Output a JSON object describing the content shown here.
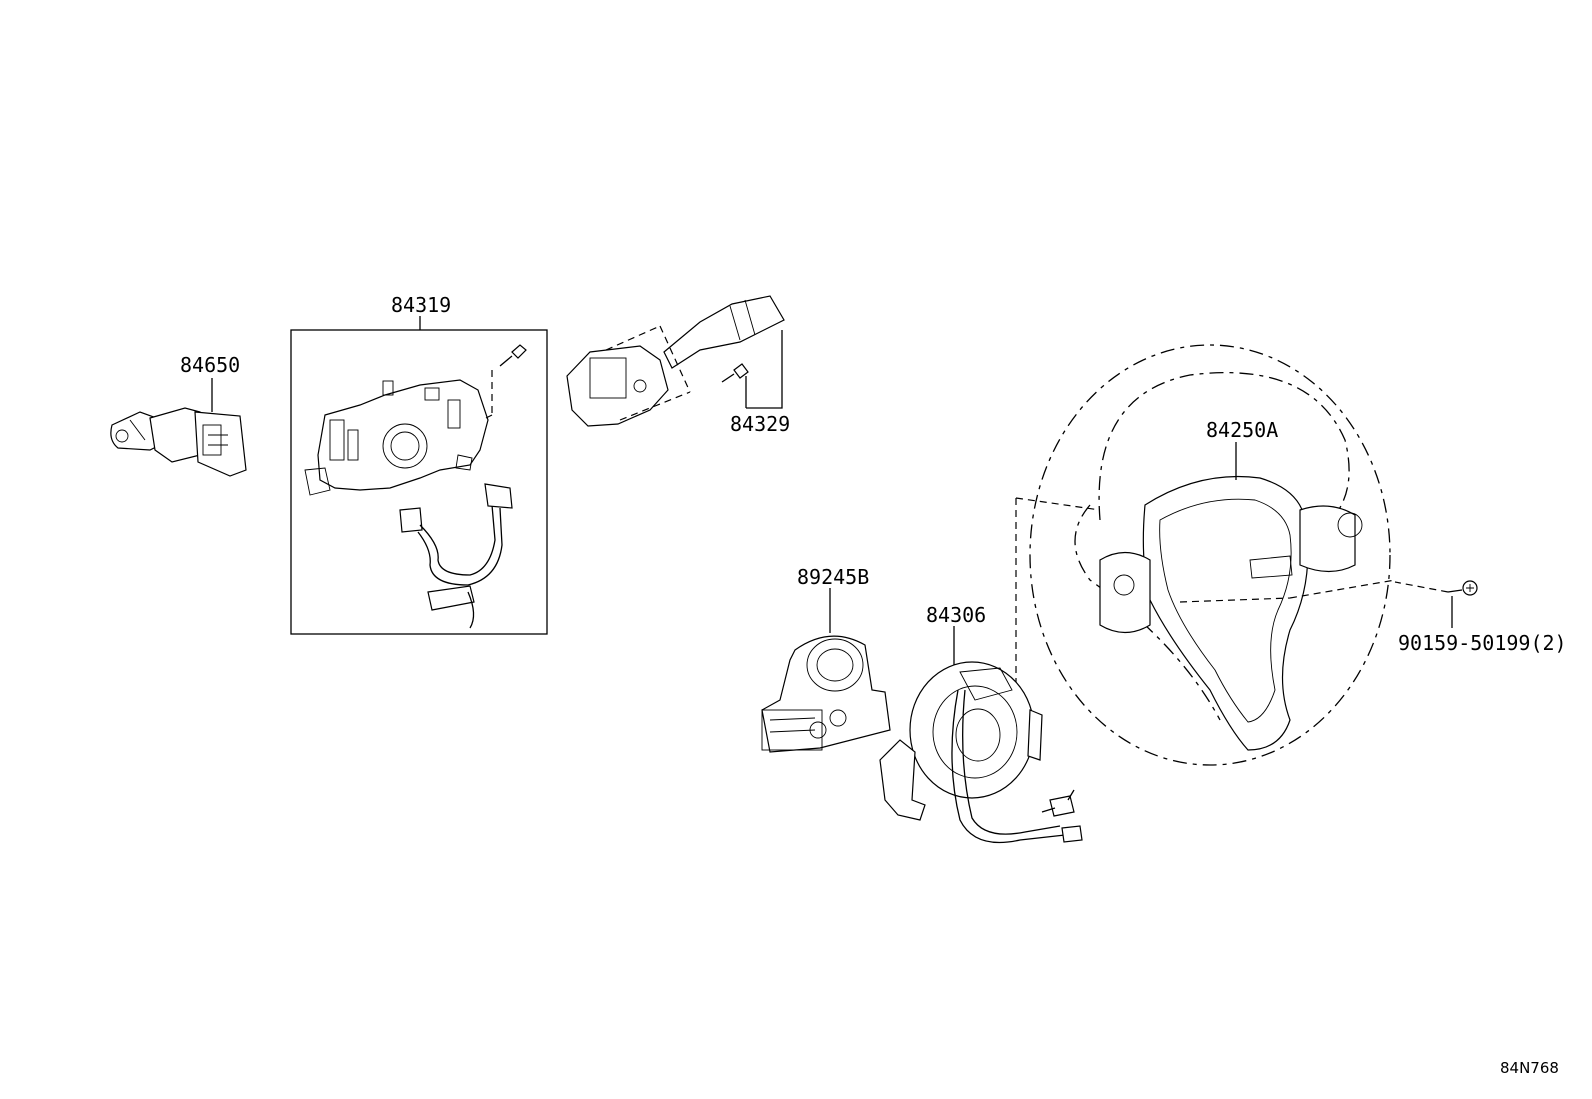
{
  "diagram": {
    "parts": [
      {
        "id": "p84650",
        "label": "84650"
      },
      {
        "id": "p84319",
        "label": "84319"
      },
      {
        "id": "p84329",
        "label": "84329"
      },
      {
        "id": "p84250A",
        "label": "84250A"
      },
      {
        "id": "p89245B",
        "label": "89245B"
      },
      {
        "id": "p84306",
        "label": "84306"
      },
      {
        "id": "p90159",
        "label": "90159-50199(2)"
      }
    ],
    "figure_ref": "84N768"
  }
}
